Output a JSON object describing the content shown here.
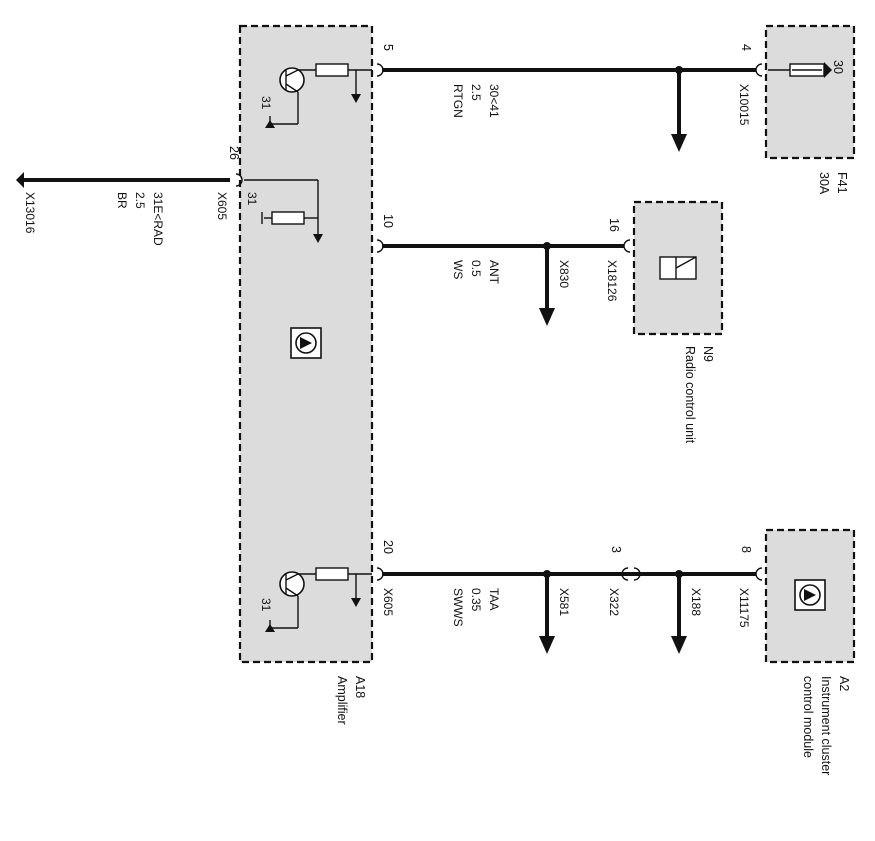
{
  "components": {
    "amplifier": {
      "id": "A18",
      "name": "Amplifier",
      "connector": "X605"
    },
    "fuse": {
      "id": "F41",
      "rating": "30A",
      "terminal": "30",
      "connector": "X10015",
      "pin": "4"
    },
    "radio": {
      "id": "N9",
      "name": "Radio control unit",
      "connector": "X18126",
      "pin": "16"
    },
    "cluster": {
      "id": "A2",
      "name_line1": "Instrument cluster",
      "name_line2": "control module",
      "connector": "X11175",
      "pin": "8"
    }
  },
  "ground": {
    "connector": "X13016",
    "signal": "31E<RAD",
    "gauge": "2.5",
    "color": "BR",
    "pin": "26",
    "amp_connector": "X605"
  },
  "wires": {
    "power": {
      "pin": "5",
      "signal": "30<41",
      "gauge": "2.5",
      "color": "RTGN"
    },
    "antenna": {
      "pin": "10",
      "signal": "ANT",
      "gauge": "0.5",
      "color": "WS",
      "splice": "X830"
    },
    "taa": {
      "pin": "20",
      "signal": "TAA",
      "gauge": "0.35",
      "color": "SWWS",
      "amp_connector": "X605",
      "splice1": "X581",
      "inline_connector": "X322",
      "inline_pin": "3",
      "splice2": "X188"
    }
  },
  "internal": {
    "ground_label": "31"
  }
}
